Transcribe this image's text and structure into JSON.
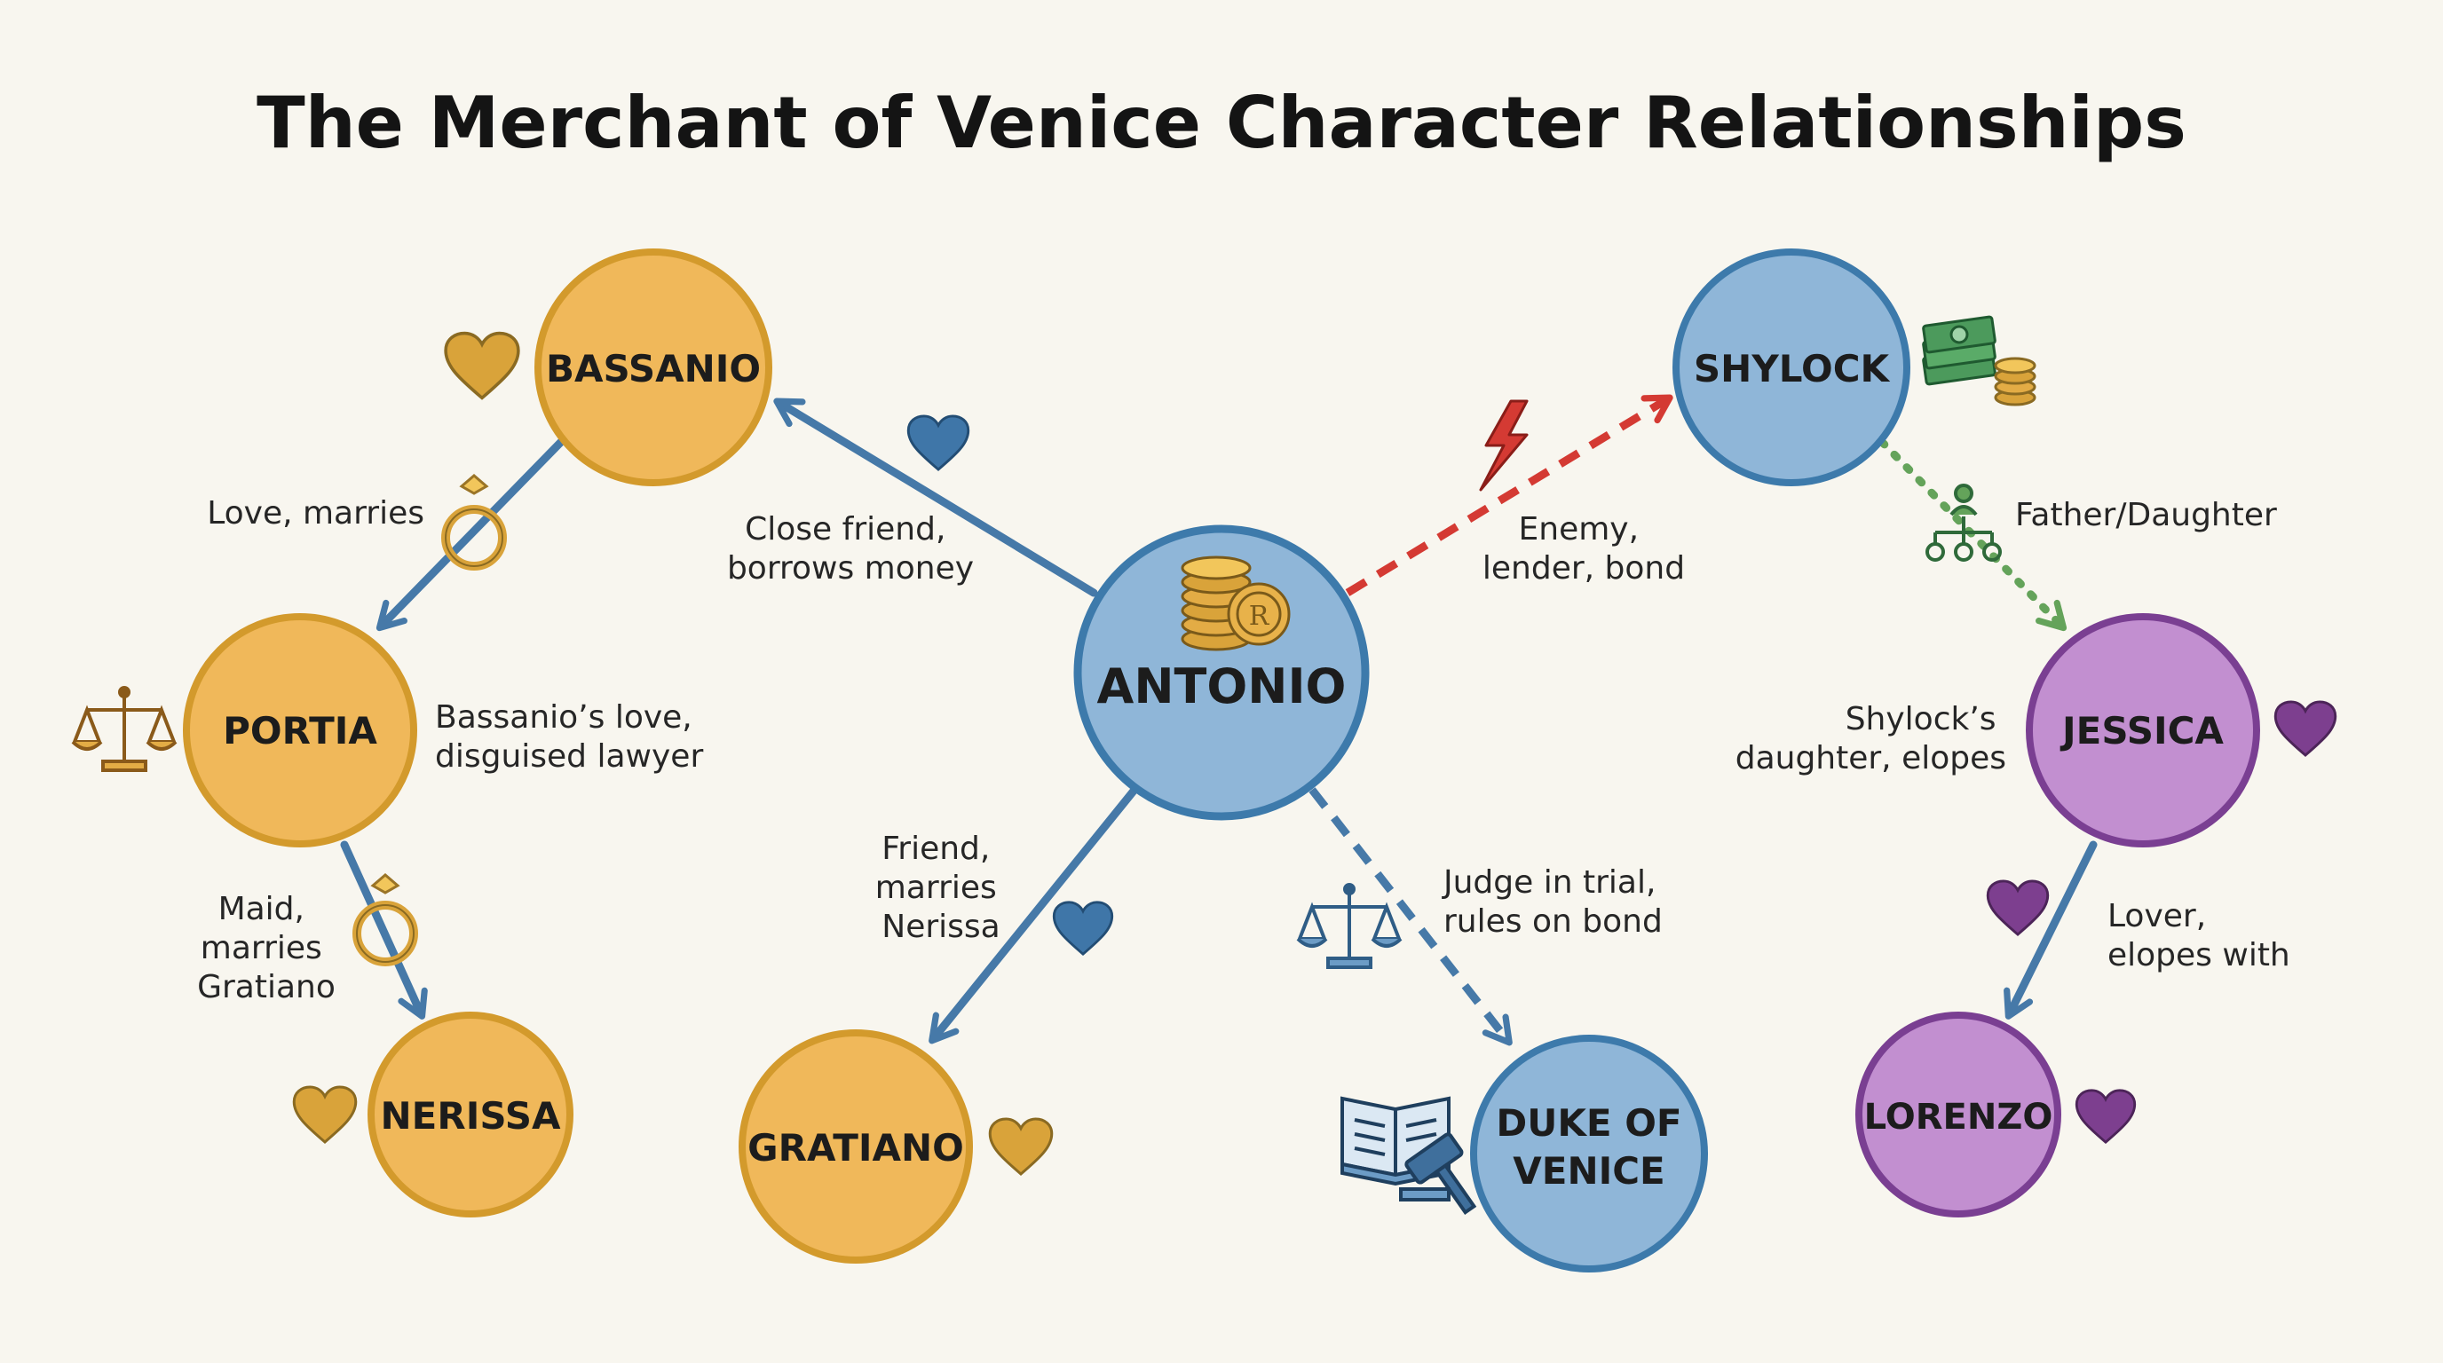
{
  "title": "The Merchant of Venice Character Relationships",
  "colors": {
    "background": "#f8f6ef",
    "orange_fill": "#f0b85a",
    "orange_stroke": "#d39a2c",
    "blue_fill": "#8fb6d8",
    "blue_stroke": "#3d7aab",
    "purple_fill": "#c28fd0",
    "purple_stroke": "#7a3f92",
    "edge_blue": "#4679a8",
    "edge_red": "#d43a33",
    "edge_green": "#64a35a",
    "gold_icon": "#d9a33a",
    "purple_icon": "#7d3f8f"
  },
  "nodes": {
    "bassanio": "BASSANIO",
    "portia": "PORTIA",
    "nerissa": "NERISSA",
    "gratiano": "GRATIANO",
    "antonio": "ANTONIO",
    "shylock": "SHYLOCK",
    "jessica": "JESSICA",
    "lorenzo": "LORENZO",
    "duke_line1": "DUKE OF",
    "duke_line2": "VENICE"
  },
  "edges": {
    "antonio_bassanio": [
      "Close friend,",
      "borrows money"
    ],
    "antonio_shylock": [
      "Enemy,",
      "lender, bond"
    ],
    "antonio_gratiano": [
      "Friend,",
      "marries",
      "Nerissa"
    ],
    "antonio_duke": [
      "Judge in trial,",
      "rules on bond"
    ],
    "bassanio_portia": [
      "Love, marries"
    ],
    "portia_side": [
      "Bassanio’s love,",
      "disguised lawyer"
    ],
    "portia_nerissa": [
      "Maid,",
      "marries",
      "Gratiano"
    ],
    "shylock_jessica": [
      "Father/Daughter"
    ],
    "jessica_side": [
      "Shylock’s",
      "daughter, elopes"
    ],
    "jessica_lorenzo": [
      "Lover,",
      "elopes with"
    ]
  },
  "icons": {
    "antonio": "coin-stack-icon",
    "shylock": "money-stack-icon",
    "bassanio": "heart-icon",
    "portia": "scales-icon",
    "nerissa": "heart-icon",
    "gratiano": "heart-icon",
    "duke": "law-book-gavel-icon",
    "jessica": "heart-icon",
    "lorenzo": "heart-icon",
    "ring": "ring-icon",
    "lightning": "lightning-icon",
    "family_tree": "family-tree-icon",
    "coin_mark": "R"
  }
}
